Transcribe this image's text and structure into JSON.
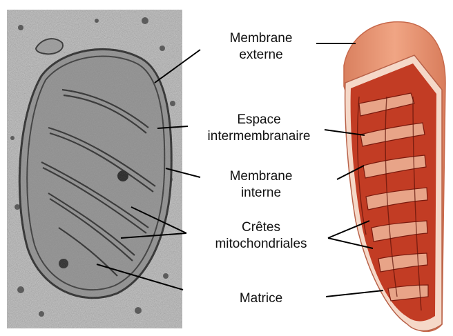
{
  "labels": {
    "outer_membrane": [
      "Membrane",
      "externe"
    ],
    "intermembrane_space": [
      "Espace",
      "intermembranaire"
    ],
    "inner_membrane": [
      "Membrane",
      "interne"
    ],
    "cristae": [
      "Crêtes",
      "mitochondriales"
    ],
    "matrix": [
      "Matrice"
    ]
  },
  "colors": {
    "micrograph_bg": "#a9a9a9",
    "micrograph_dark": "#3a3a3a",
    "mito_outer": "#e8987a",
    "mito_inner_red": "#b8341f",
    "mito_dark_red": "#8e1d10",
    "cristae_fill": "#f3c1a8",
    "leader_line": "#000000"
  }
}
